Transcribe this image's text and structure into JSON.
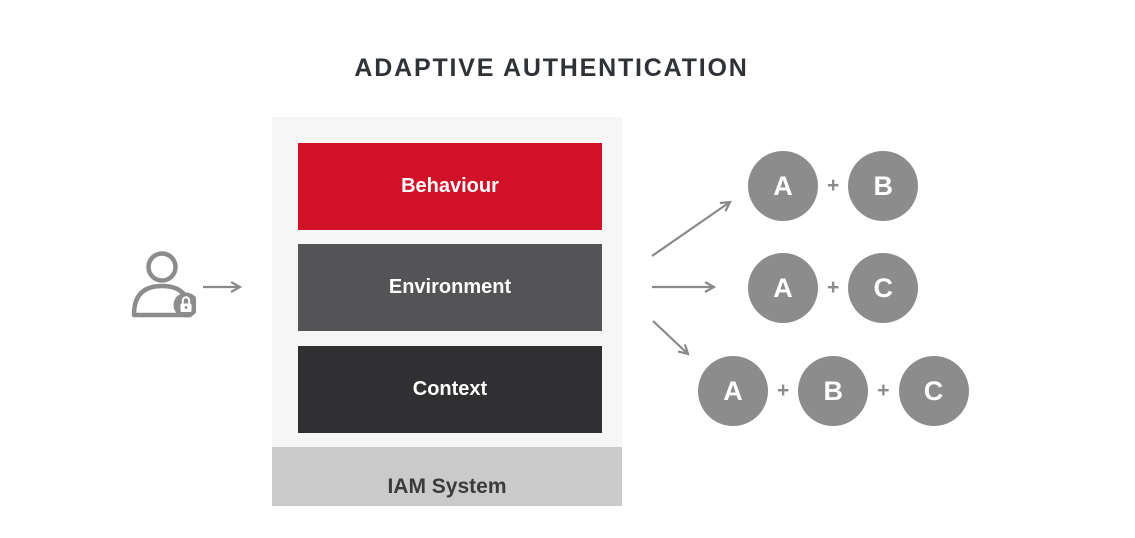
{
  "title": "ADAPTIVE AUTHENTICATION",
  "stack": {
    "layers": [
      {
        "label": "Behaviour",
        "color": "#d01127"
      },
      {
        "label": "Environment",
        "color": "#545456"
      },
      {
        "label": "Context",
        "color": "#303032"
      }
    ],
    "base": {
      "label": "IAM System",
      "color": "#cacaca"
    }
  },
  "combos": {
    "plus": "+",
    "circle_color": "#8c8c8c",
    "rows": [
      {
        "factors": [
          "A",
          "B"
        ]
      },
      {
        "factors": [
          "A",
          "C"
        ]
      },
      {
        "factors": [
          "A",
          "B",
          "C"
        ]
      }
    ]
  },
  "icons": {
    "user": "user-lock-icon",
    "arrow": "right-arrow-icon"
  },
  "colors": {
    "background": "#ffffff",
    "panel": "#f6f6f6",
    "arrow_gray": "#8a8a8a",
    "title_text": "#2f3237"
  }
}
